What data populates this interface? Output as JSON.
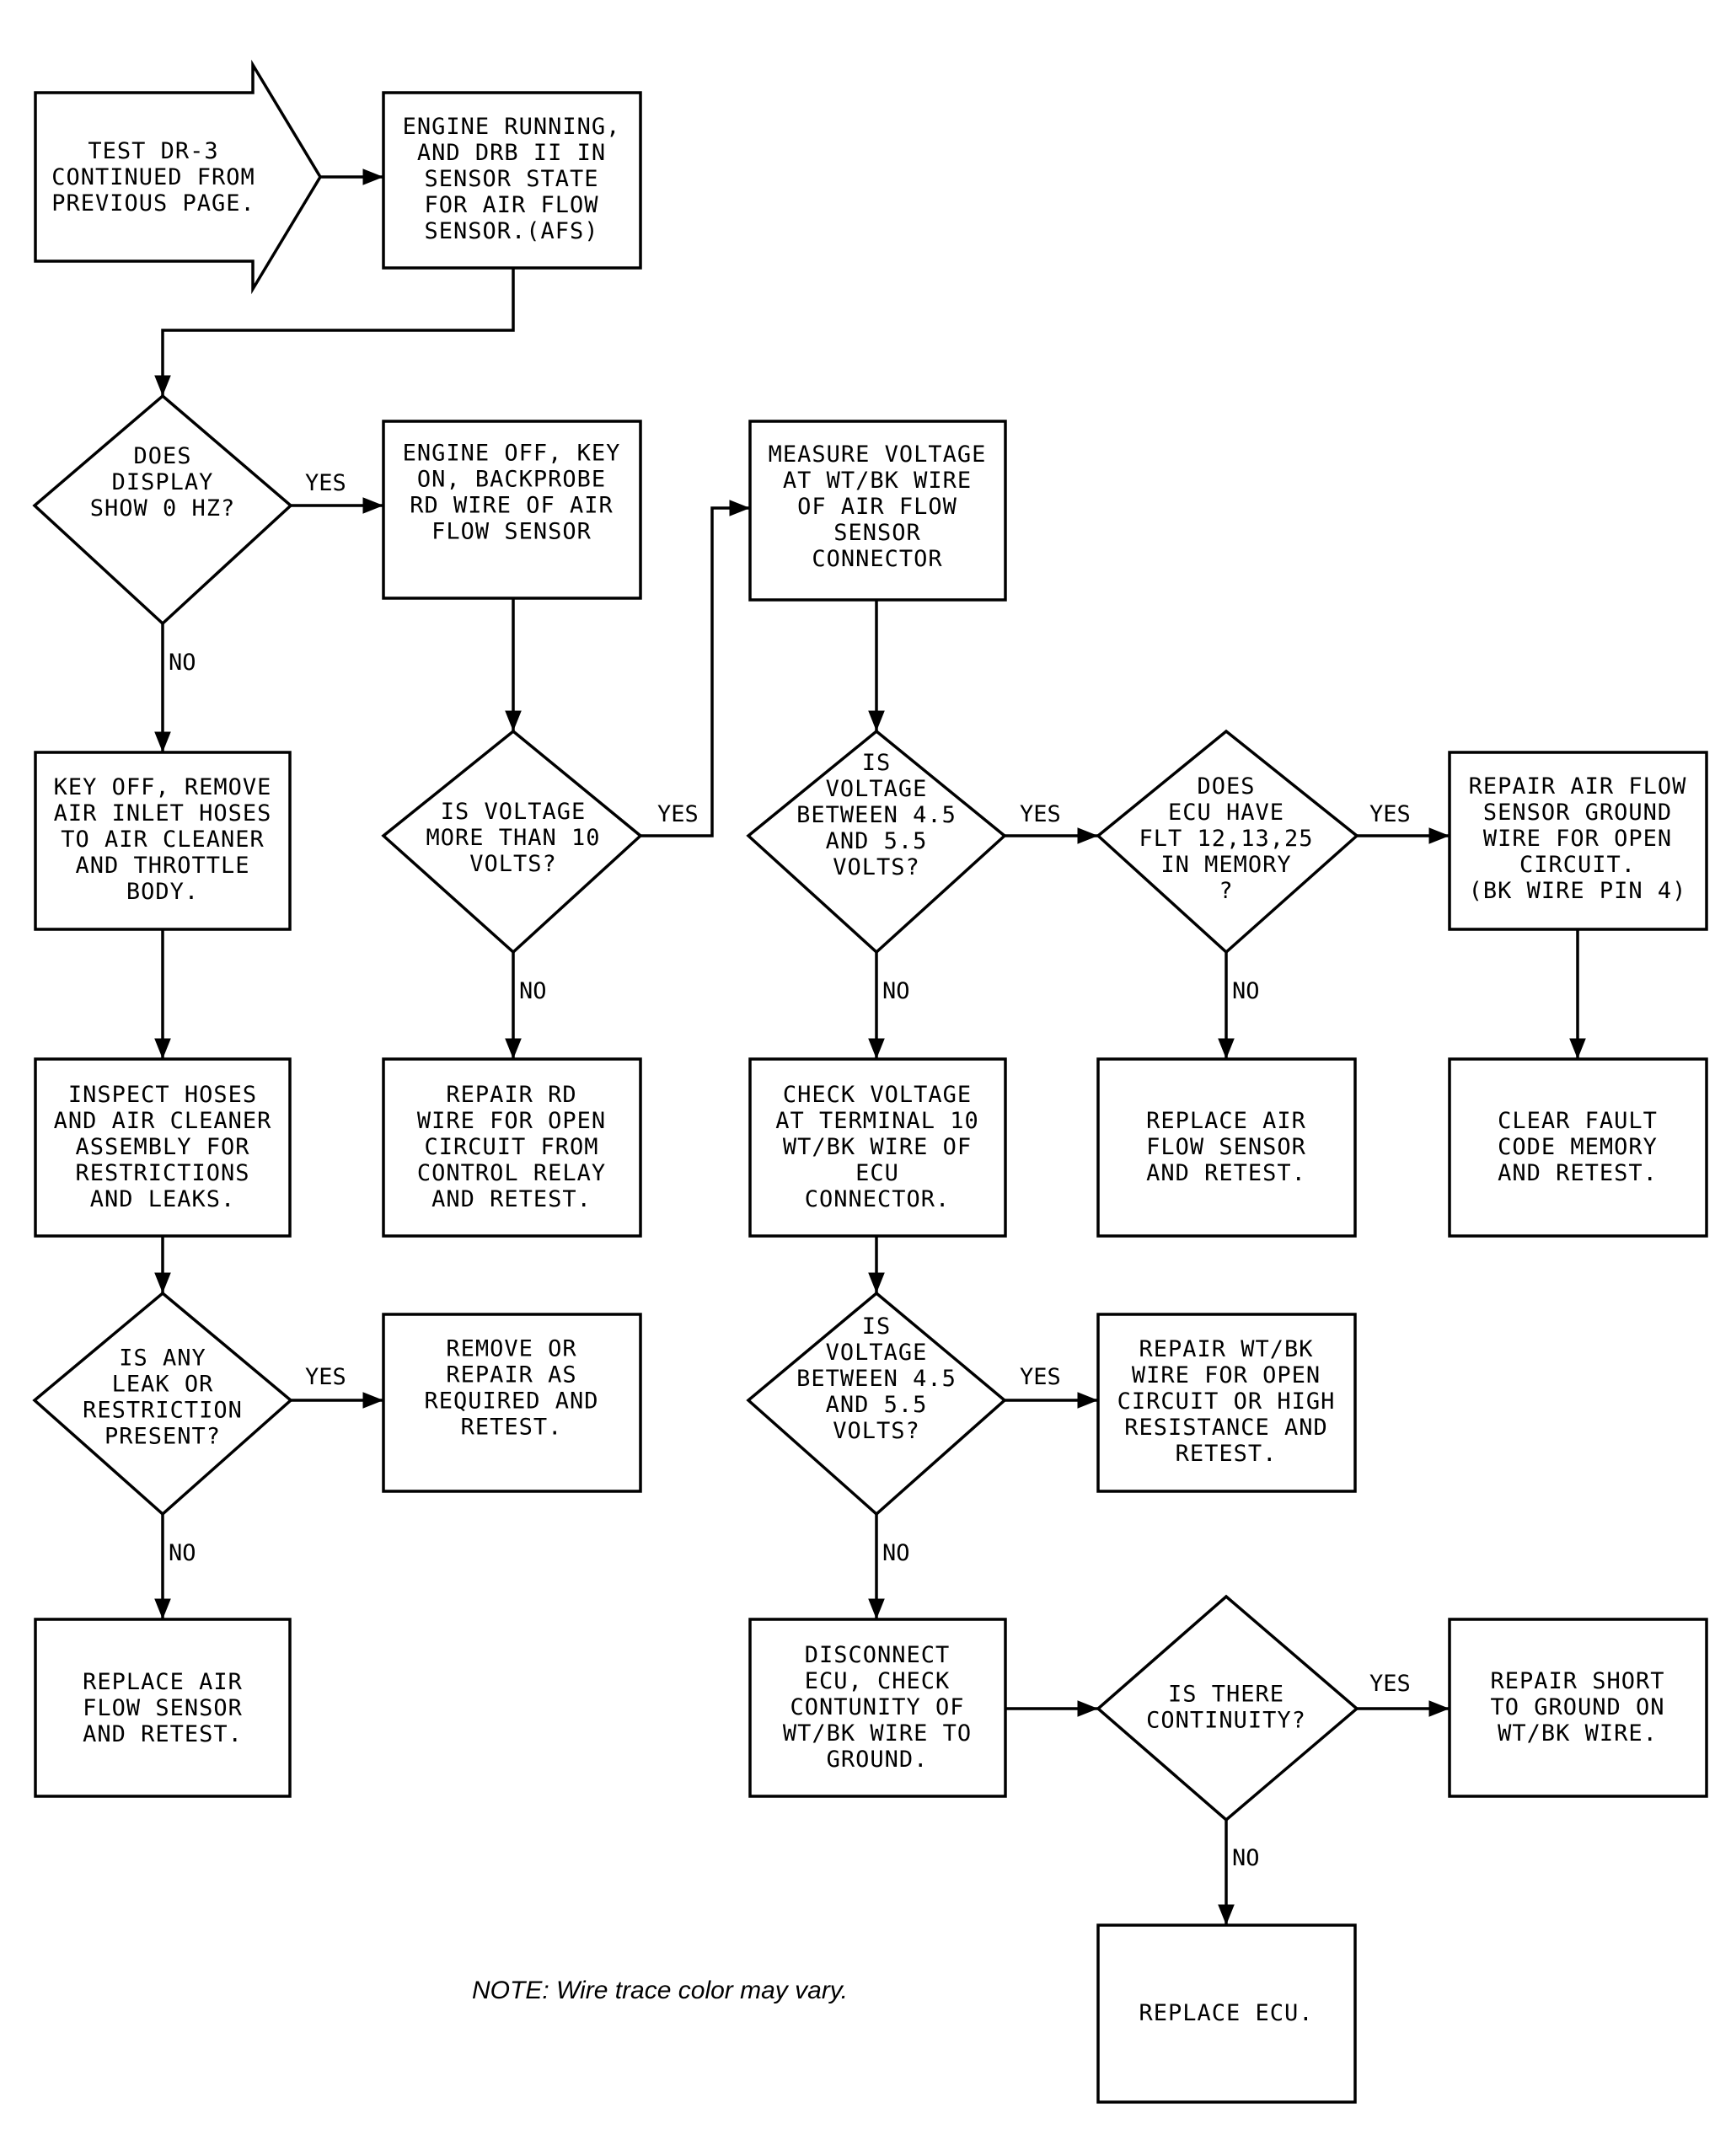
{
  "start": [
    "TEST DR-3",
    "CONTINUED FROM",
    "PREVIOUS PAGE."
  ],
  "nodes": {
    "engine_running": [
      "ENGINE RUNNING,",
      "AND DRB II IN",
      "SENSOR STATE",
      "FOR AIR FLOW",
      "SENSOR.(AFS)"
    ],
    "does_display": [
      "DOES",
      "DISPLAY",
      "SHOW 0 HZ?"
    ],
    "engine_off": [
      "ENGINE OFF, KEY",
      "ON, BACKPROBE",
      "RD WIRE OF AIR",
      "FLOW SENSOR"
    ],
    "measure_voltage": [
      "MEASURE VOLTAGE",
      "AT WT/BK WIRE",
      "OF AIR FLOW",
      "SENSOR",
      "CONNECTOR"
    ],
    "key_off": [
      "KEY OFF, REMOVE",
      "AIR INLET HOSES",
      "TO AIR CLEANER",
      "AND THROTTLE",
      "BODY."
    ],
    "is_voltage_10": [
      "IS VOLTAGE",
      "MORE THAN 10",
      "VOLTS?"
    ],
    "is_voltage_45_a": [
      "IS",
      "VOLTAGE",
      "BETWEEN 4.5",
      "AND 5.5",
      "VOLTS?"
    ],
    "does_ecu": [
      "DOES",
      "ECU HAVE",
      "FLT 12,13,25",
      "IN MEMORY",
      "?"
    ],
    "repair_ground": [
      "REPAIR AIR FLOW",
      "SENSOR GROUND",
      "WIRE FOR OPEN",
      "CIRCUIT.",
      "(BK WIRE PIN 4)"
    ],
    "inspect_hoses": [
      "INSPECT HOSES",
      "AND AIR CLEANER",
      "ASSEMBLY FOR",
      "RESTRICTIONS",
      "AND LEAKS."
    ],
    "repair_rd": [
      "REPAIR RD",
      "WIRE FOR OPEN",
      "CIRCUIT FROM",
      "CONTROL RELAY",
      "AND RETEST."
    ],
    "check_voltage": [
      "CHECK VOLTAGE",
      "AT TERMINAL 10",
      "WT/BK WIRE OF",
      "ECU",
      "CONNECTOR."
    ],
    "replace_afs_1": [
      "REPLACE AIR",
      "FLOW SENSOR",
      "AND RETEST."
    ],
    "clear_fault": [
      "CLEAR FAULT",
      "CODE MEMORY",
      "AND RETEST."
    ],
    "is_any_leak": [
      "IS ANY",
      "LEAK OR",
      "RESTRICTION",
      "PRESENT?"
    ],
    "remove_repair": [
      "REMOVE OR",
      "REPAIR AS",
      "REQUIRED AND",
      "RETEST."
    ],
    "is_voltage_45_b": [
      "IS",
      "VOLTAGE",
      "BETWEEN 4.5",
      "AND 5.5",
      "VOLTS?"
    ],
    "repair_wtbk": [
      "REPAIR WT/BK",
      "WIRE FOR OPEN",
      "CIRCUIT OR HIGH",
      "RESISTANCE AND",
      "RETEST."
    ],
    "replace_afs_2": [
      "REPLACE AIR",
      "FLOW SENSOR",
      "AND RETEST."
    ],
    "disconnect_ecu": [
      "DISCONNECT",
      "ECU, CHECK",
      "CONTUNITY OF",
      "WT/BK WIRE TO",
      "GROUND."
    ],
    "is_continuity": [
      "IS THERE",
      "CONTINUITY?"
    ],
    "repair_short": [
      "REPAIR SHORT",
      "TO GROUND ON",
      "WT/BK WIRE."
    ],
    "replace_ecu": [
      "REPLACE ECU."
    ]
  },
  "labels": {
    "yes": "YES",
    "no": "NO"
  },
  "note": "NOTE: Wire trace color may vary."
}
